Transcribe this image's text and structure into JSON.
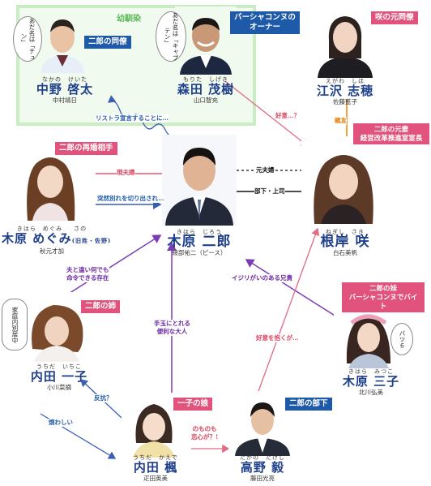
{
  "group_label": "幼馴染",
  "center": {
    "furigana": "きはら　じろう",
    "name": "木原 二郎",
    "actor": "綾部祐二（ピース）"
  },
  "people": {
    "nakano": {
      "furigana": "なかの　けいた",
      "name": "中野 啓太",
      "actor": "中村靖日",
      "role": "二郎の同僚",
      "bubble": "あだ名は「チュン」"
    },
    "morita": {
      "furigana": "もりた　しげき",
      "name": "森田 茂樹",
      "actor": "山口智充",
      "role": "バーシャコンヌのオーナー",
      "bubble": "あだ名は「キャプテン」"
    },
    "egawa": {
      "furigana": "えがわ　しほ",
      "name": "江沢 志穂",
      "actor": "佐藤藍子",
      "role": "咲の元同僚"
    },
    "megumi": {
      "furigana": "きはら　めぐみ",
      "furigana2": "さの",
      "name": "木原 めぐみ",
      "name_suffix": "(旧姓・佐野)",
      "actor": "秋元才加",
      "role": "二郎の再婚相手"
    },
    "negishi": {
      "furigana": "ねぎし　さき",
      "name": "根岸 咲",
      "actor": "白石美帆",
      "role": "二郎の元妻\n経営改革推進室室長"
    },
    "ichiko": {
      "furigana": "うちだ　いちこ",
      "name": "内田 一子",
      "actor": "小川菜摘",
      "role": "二郎の姉",
      "bubble": "家庭内別居中"
    },
    "mitsuko": {
      "furigana": "きはら　みつこ",
      "name": "木原 三子",
      "actor": "北川弘美",
      "role": "二郎の妹\nバーシャコンヌでバイト",
      "bubble": "バツ６"
    },
    "kaede": {
      "furigana": "うちだ　かえで",
      "name": "内田 楓",
      "actor": "疋田英美",
      "role": "一子の娘"
    },
    "takano": {
      "furigana": "たかの　たけし",
      "name": "高野 毅",
      "actor": "藤田光亮",
      "role": "二郎の部下"
    }
  },
  "relations": {
    "restructure": "リストラ宣言することに…",
    "fiance": "好意…？",
    "friends": "親友",
    "current_couple": "現夫婦",
    "ex_couple": "元夫婦",
    "boss": "部下・上司",
    "sudden_breakup": "突然別れを切り出され…",
    "order": "夫と違い何でも\n命令できる存在",
    "sibling_teasing": "イジリがいのある兄貴",
    "convenient_uncle": "手玉にとれる\n便利な大人",
    "crush_on_negishi": "好意を抱くが…",
    "rebellious": "反抗？",
    "annoying": "煩わしい",
    "first_love": "のものも\n恋心が？!"
  }
}
